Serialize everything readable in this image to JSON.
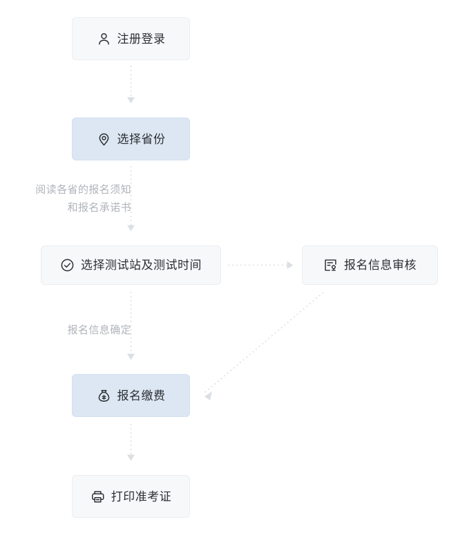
{
  "diagram": {
    "type": "flowchart",
    "orientation": "top-to-bottom",
    "background_color": "#ffffff",
    "node_fill_default": "#f7f8fa",
    "node_fill_highlight": "#dce7f3",
    "node_border_default": "#ebedf0",
    "node_text_color": "#2b2f33",
    "connector_color": "#dcdfe3",
    "label_text_color": "#b0b4ba"
  },
  "nodes": [
    {
      "id": "register",
      "label": "注册登录",
      "icon": "user-icon",
      "highlighted": false
    },
    {
      "id": "province",
      "label": "选择省份",
      "icon": "location-pin-icon",
      "highlighted": true
    },
    {
      "id": "station",
      "label": "选择测试站及测试时间",
      "icon": "check-circle-icon",
      "highlighted": false
    },
    {
      "id": "audit",
      "label": "报名信息审核",
      "icon": "audit-document-icon",
      "highlighted": false
    },
    {
      "id": "payment",
      "label": "报名缴费",
      "icon": "money-bag-icon",
      "highlighted": true
    },
    {
      "id": "print",
      "label": "打印准考证",
      "icon": "printer-icon",
      "highlighted": false
    }
  ],
  "edge_labels": {
    "notice_line1": "阅读各省的报名须知",
    "notice_line2": "和报名承诺书",
    "confirm": "报名信息确定"
  },
  "edges": [
    {
      "from": "register",
      "to": "province",
      "style": "dotted",
      "direction": "down"
    },
    {
      "from": "province",
      "to": "station",
      "style": "dotted",
      "direction": "down",
      "label": "阅读各省的报名须知和报名承诺书"
    },
    {
      "from": "station",
      "to": "audit",
      "style": "dotted",
      "direction": "right"
    },
    {
      "from": "station",
      "to": "payment",
      "style": "dotted",
      "direction": "down",
      "label": "报名信息确定"
    },
    {
      "from": "audit",
      "to": "payment",
      "style": "dotted",
      "direction": "diagonal-down-left"
    },
    {
      "from": "payment",
      "to": "print",
      "style": "dotted",
      "direction": "down"
    }
  ]
}
